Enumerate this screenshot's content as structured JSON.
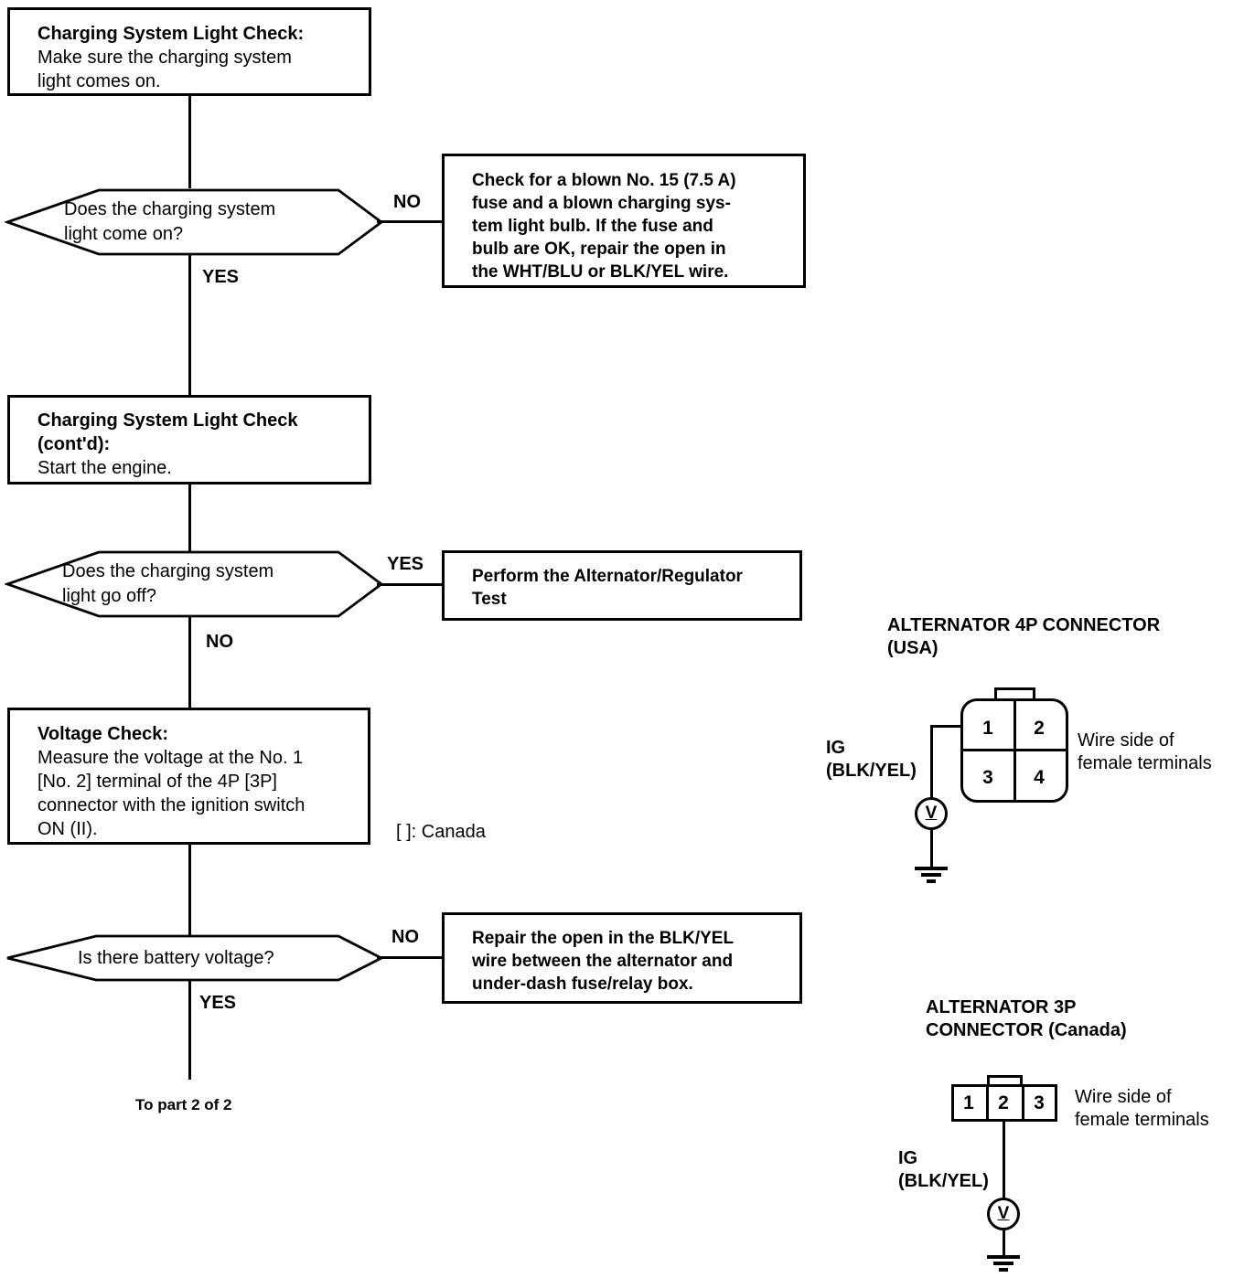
{
  "flowchart": {
    "step1": {
      "title": "Charging System Light Check:",
      "body": "Make sure the charging system\nlight comes on."
    },
    "decision1": {
      "question": "Does the charging system\nlight come on?",
      "no": "NO",
      "yes": "YES"
    },
    "action_no1": {
      "text": "Check for a blown No. 15 (7.5 A)\nfuse and a blown charging sys-\ntem light bulb. If the fuse and\nbulb are OK, repair the open in\nthe WHT/BLU or BLK/YEL wire."
    },
    "step2": {
      "title": "Charging System Light Check\n(cont'd):",
      "body": "Start the engine."
    },
    "decision2": {
      "question": "Does the charging system\nlight go off?",
      "yes": "YES",
      "no": "NO"
    },
    "action_yes2": {
      "text": "Perform the Alternator/Regulator\nTest"
    },
    "step3": {
      "title": "Voltage Check:",
      "body": "Measure the voltage at the No. 1\n[No. 2] terminal of the 4P [3P]\nconnector with the ignition switch\nON (II)."
    },
    "canada_note": "[ ]: Canada",
    "decision3": {
      "question": "Is there battery voltage?",
      "no": "NO",
      "yes": "YES"
    },
    "action_no3": {
      "text": "Repair the open in the BLK/YEL\nwire between the alternator and\nunder-dash fuse/relay box."
    },
    "continuation": "To part 2 of 2"
  },
  "usa_connector": {
    "title": "ALTERNATOR 4P CONNECTOR\n(USA)",
    "terminals": [
      "1",
      "2",
      "3",
      "4"
    ],
    "wire_label": "IG\n(BLK/YEL)",
    "meter_label": "V",
    "side_note": "Wire side of\nfemale terminals"
  },
  "canada_connector": {
    "title": "ALTERNATOR 3P\nCONNECTOR (Canada)",
    "terminals": [
      "1",
      "2",
      "3"
    ],
    "wire_label": "IG\n(BLK/YEL)",
    "meter_label": "V",
    "side_note": "Wire side of\nfemale terminals"
  }
}
